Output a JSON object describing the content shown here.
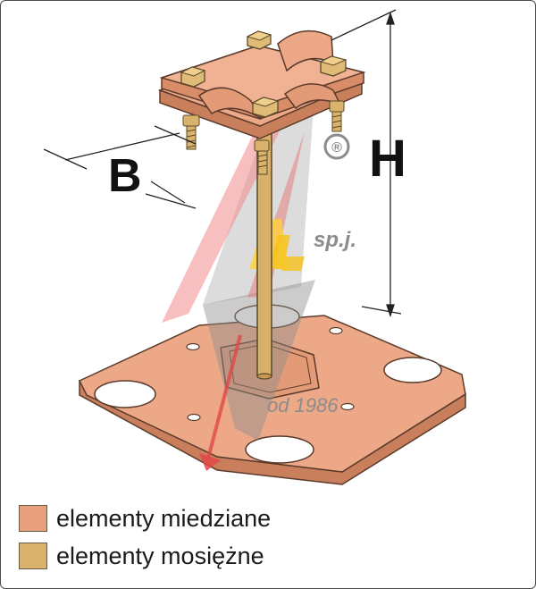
{
  "dimensions": {
    "b_label": "B",
    "h_label": "H"
  },
  "watermark": {
    "suffix": "sp.j.",
    "since": "od 1986",
    "registered_mark": "®"
  },
  "legend": {
    "items": [
      {
        "label": "elementy miedziane",
        "color": "#e8a07c"
      },
      {
        "label": "elementy mosiężne",
        "color": "#d9b26c"
      }
    ]
  }
}
